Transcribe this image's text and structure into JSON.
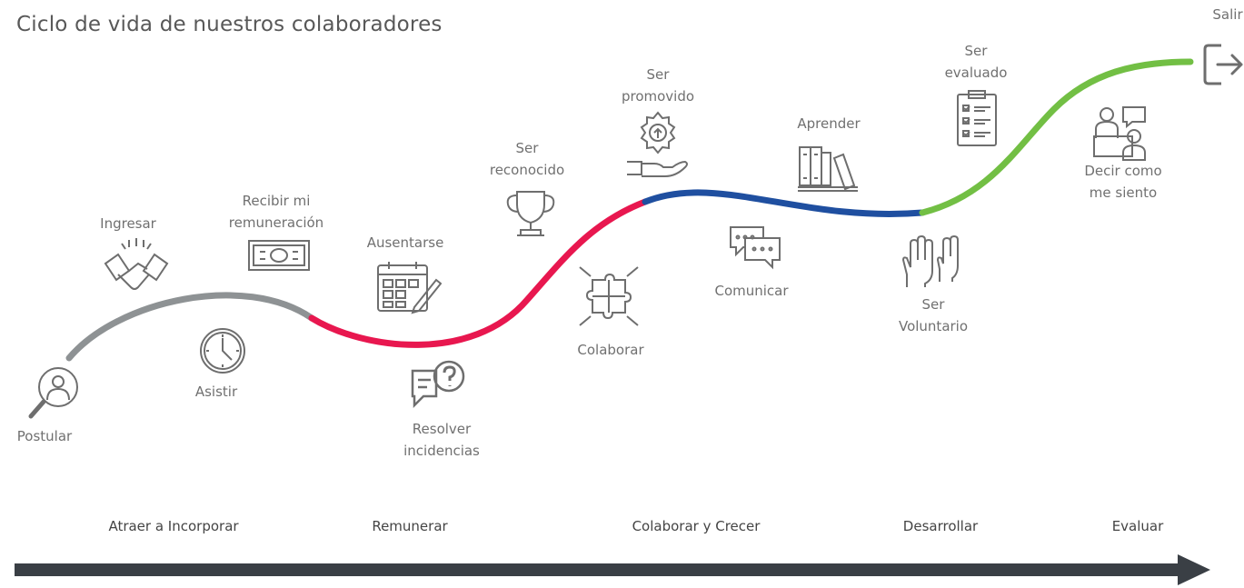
{
  "title": "Ciclo de vida de nuestros colaboradores",
  "colors": {
    "gray": "#8e9294",
    "red": "#e8174f",
    "blue": "#1f4fa0",
    "green": "#72bf44",
    "arrow": "#3a3f45",
    "icon": "#6e6e6e"
  },
  "steps": {
    "postular": "Postular",
    "ingresar": "Ingresar",
    "asistir": "Asistir",
    "recibir": "Recibir mi\nremuneración",
    "ausentarse": "Ausentarse",
    "resolver": "Resolver\nincidencias",
    "reconocido": "Ser\nreconocido",
    "colaborar": "Colaborar",
    "promovido": "Ser\npromovido",
    "comunicar": "Comunicar",
    "aprender": "Aprender",
    "voluntario": "Ser\nVoluntario",
    "evaluado": "Ser\nevaluado",
    "decir": "Decir como\nme siento",
    "salir": "Salir"
  },
  "stages": [
    "Atraer a Incorporar",
    "Remunerar",
    "Colaborar y Crecer",
    "Desarrollar",
    "Evaluar"
  ]
}
